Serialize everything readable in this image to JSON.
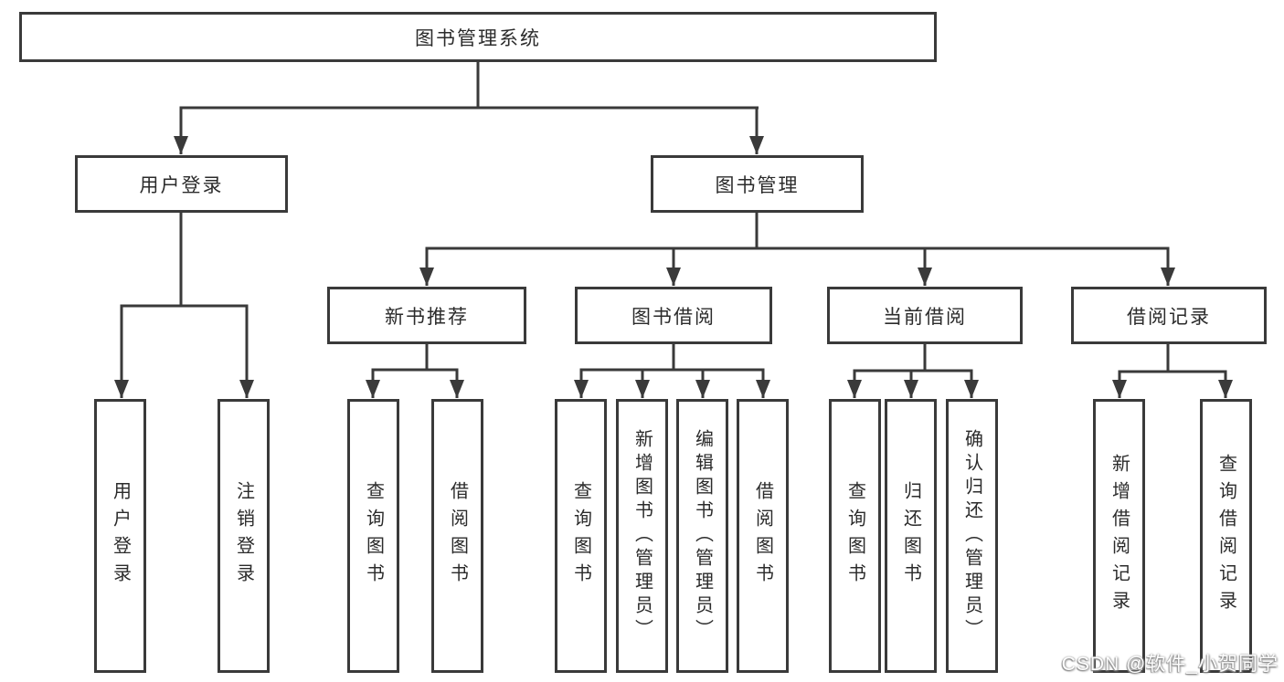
{
  "diagram": {
    "title_node": "图书管理系统",
    "level1": {
      "user_login": "用户登录",
      "book_management": "图书管理"
    },
    "level2": {
      "new_book_recommend": "新书推荐",
      "book_borrow": "图书借阅",
      "current_borrow": "当前借阅",
      "borrow_records": "借阅记录"
    },
    "leaves": {
      "user_login": "用户登录",
      "logout": "注销登录",
      "query_books_recommend": "查询图书",
      "borrow_books_recommend": "借阅图书",
      "query_books_borrow": "查询图书",
      "add_books_admin": "新增图书（管理员）",
      "edit_books_admin": "编辑图书（管理员）",
      "borrow_books_borrow": "借阅图书",
      "query_books_current": "查询图书",
      "return_books": "归还图书",
      "confirm_return_admin": "确认归还（管理员）",
      "add_borrow_record": "新增借阅记录",
      "query_borrow_record": "查询借阅记录"
    }
  },
  "watermark": "CSDN @软件_小贺同学",
  "colors": {
    "line": "#3a3a3a",
    "background": "#ffffff",
    "box_fill": "#ffffff",
    "text": "#2b2b2b",
    "watermark_text": "#fdfdfd",
    "watermark_shadow": "#8a8a8a"
  }
}
